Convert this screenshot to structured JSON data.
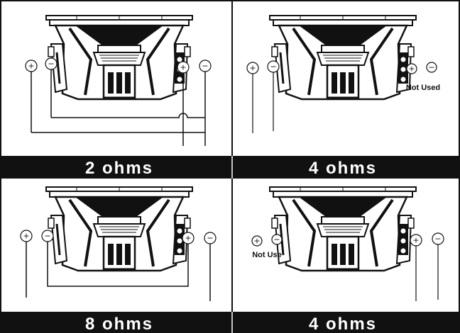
{
  "panels": [
    {
      "label": "2 ohms",
      "note": ""
    },
    {
      "label": "4 ohms",
      "note": "Not Used"
    },
    {
      "label": "8 ohms",
      "note": ""
    },
    {
      "label": "4 ohms",
      "note": "Not Use"
    }
  ],
  "terminal_symbols": {
    "positive": "+",
    "negative": "−"
  },
  "colors": {
    "ink": "#111111",
    "band": "#111111",
    "background": "#ffffff",
    "label_text": "#ffffff"
  }
}
